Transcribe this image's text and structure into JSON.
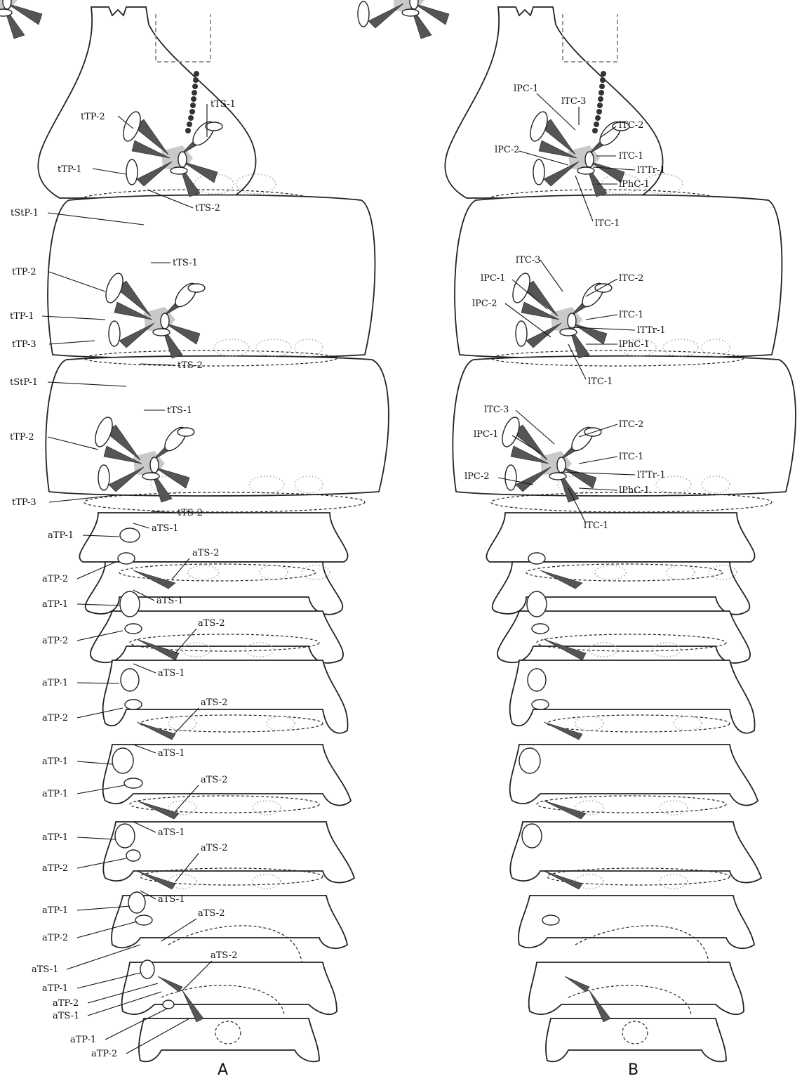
{
  "panels": [
    {
      "id": "A",
      "label": "A",
      "labels": [
        "tTS-1",
        "tTP-2",
        "tTP-1",
        "tTS-2",
        "tStP-1",
        "tTS-1",
        "tTP-2",
        "tTP-1",
        "tTP-3",
        "tTS-2",
        "tStP-1",
        "tTS-1",
        "tTP-2",
        "tTP-3",
        "tTS-2",
        "aTP-1",
        "aTS-1",
        "aTS-2",
        "aTP-2",
        "aTS-1",
        "aTP-1",
        "aTS-2",
        "aTP-2",
        "aTS-1",
        "aTP-1",
        "aTS-2",
        "aTP-2",
        "aTS-1",
        "aTP-1",
        "aTS-2",
        "aTP-1",
        "aTS-1",
        "aTP-1",
        "aTS-2",
        "aTP-2",
        "aTS-1",
        "aTP-1",
        "aTS-2",
        "aTP-2",
        "aTS-2",
        "aTS-1",
        "aTP-1",
        "aTP-2",
        "aTS-1",
        "aTP-1",
        "aTP-2"
      ]
    },
    {
      "id": "B",
      "label": "B",
      "labels": [
        "lPC-1",
        "lTC-3",
        "lTC-2",
        "lPC-2",
        "lTC-1",
        "lTTr-1",
        "lPhC-1",
        "lTC-1",
        "lTC-3",
        "lTC-2",
        "lPC-1",
        "lPC-2",
        "lTC-1",
        "lTTr-1",
        "lPhC-1",
        "lTC-1",
        "lTC-3",
        "lTC-2",
        "lPC-1",
        "lTC-1",
        "lTTr-1",
        "lPC-2",
        "lPhC-1",
        "lTC-1"
      ]
    }
  ]
}
